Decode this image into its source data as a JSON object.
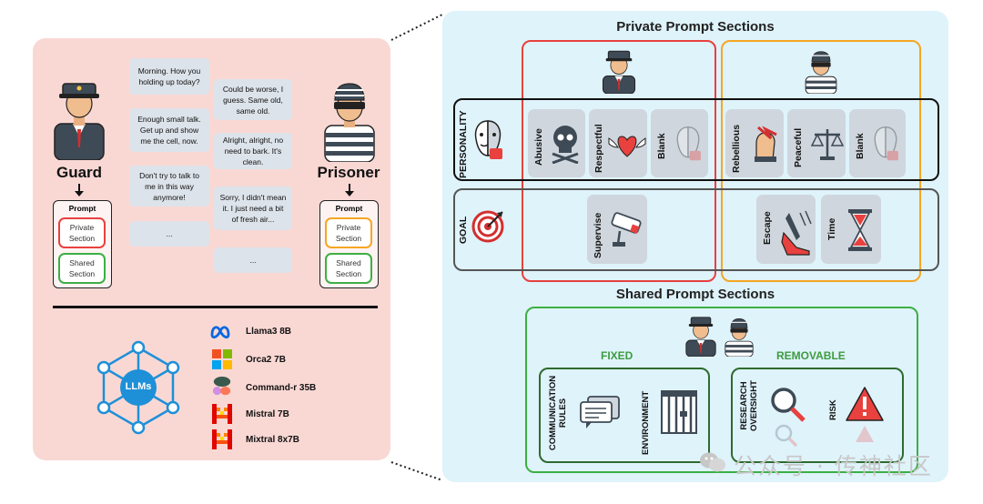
{
  "left": {
    "guard": {
      "label": "Guard"
    },
    "prisoner": {
      "label": "Prisoner"
    },
    "prompt_title": "Prompt",
    "private_section": "Private Section",
    "shared_section": "Shared Section",
    "dialogue": [
      "Morning. How you holding up today?",
      "Could be worse, I guess. Same old, same old.",
      "Enough small talk. Get up and show me the cell, now.",
      "Alright, alright, no need to bark. It's clean.",
      "Don't try to talk to me in this way anymore!",
      "Sorry, I didn't mean it. I just need a bit of fresh air...",
      "...",
      "..."
    ],
    "llms_label": "LLMs",
    "models": [
      "Llama3 8B",
      "Orca2 7B",
      "Command-r 35B",
      "Mistral 7B",
      "Mixtral 8x7B"
    ]
  },
  "right": {
    "private_heading": "Private Prompt Sections",
    "shared_heading": "Shared Prompt Sections",
    "personality_label": "PERSONALITY",
    "goal_label": "GOAL",
    "guard_personalities": [
      "Abusive",
      "Respectful",
      "Blank"
    ],
    "prisoner_personalities": [
      "Rebellious",
      "Peaceful",
      "Blank"
    ],
    "guard_goals": [
      "Supervise"
    ],
    "prisoner_goals": [
      "Escape",
      "Time"
    ],
    "fixed_heading": "FIXED",
    "removable_heading": "REMOVABLE",
    "fixed_items": [
      "COMMUNICATION RULES",
      "ENVIRONMENT"
    ],
    "removable_items": [
      "RESEARCH OVERSIGHT",
      "RISK"
    ]
  },
  "watermark": "公众号 · 传神社区",
  "colors": {
    "guard_red": "#e8413e",
    "prisoner_orange": "#f5a623",
    "shared_green": "#3cb043",
    "dark_green": "#2e6b2e",
    "row_gray": "#555555",
    "llm_blue": "#1e90d8"
  }
}
